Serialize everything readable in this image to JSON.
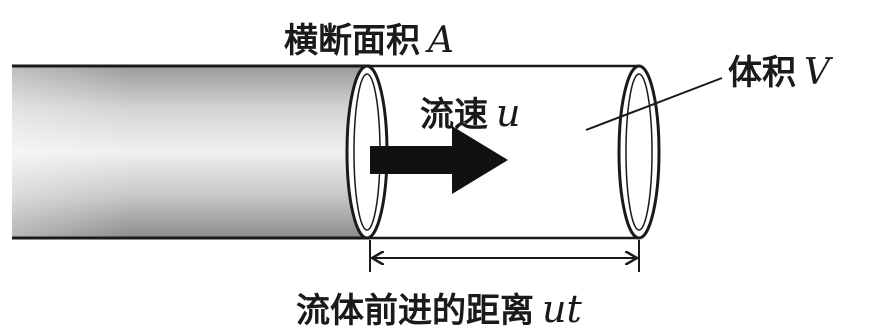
{
  "labels": {
    "cross_section": {
      "text": "横断面积",
      "symbol": "A"
    },
    "volume": {
      "text": "体积",
      "symbol": "V"
    },
    "velocity": {
      "text": "流速",
      "symbol": "u"
    },
    "distance": {
      "text": "流体前进的距离",
      "symbol": "ut"
    }
  },
  "colors": {
    "ink": "#1a1a1a",
    "tube_shade_dark": "#8a8a8a",
    "tube_shade_light": "#f2f2f2",
    "arrow_fill": "#111111"
  },
  "icons": {
    "flow_arrow": "right-arrow",
    "dimension_arrow": "double-headed-arrow"
  }
}
